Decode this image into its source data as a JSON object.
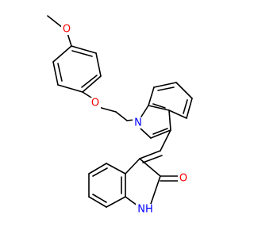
{
  "colors": {
    "bond": "#000000",
    "oxygen": "#ff0000",
    "nitrogen": "#0000ff",
    "background": "#ffffff"
  },
  "atoms": {
    "o_methoxy": "O",
    "o_ether": "O",
    "n_indole": "N",
    "o_carbonyl": "O",
    "nh_lactam": "NH"
  }
}
